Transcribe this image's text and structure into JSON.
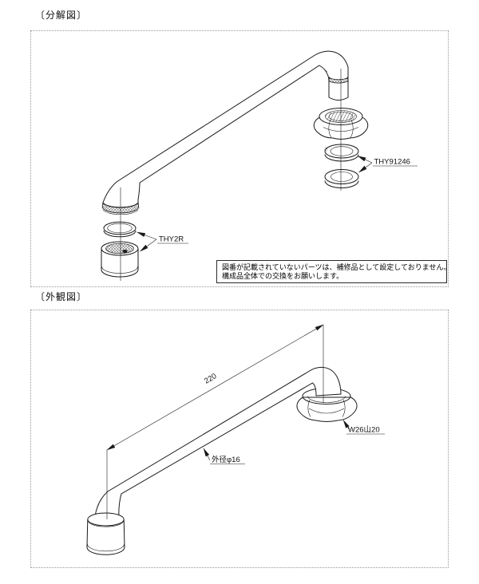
{
  "exploded_view": {
    "title": "〔分解図〕",
    "labels": {
      "packing_set": "THY91246",
      "aerator": "THY2R"
    },
    "note_line1": "図番が記載されていないパーツは、補修品として設定しておりません。",
    "note_line2": "構成品全体での交換をお願いします。"
  },
  "external_view": {
    "title": "〔外観図〕",
    "dim_length": "220",
    "dim_thread": "W26山20",
    "dim_outer_dia": "外径φ16"
  },
  "colors": {
    "line": "#1a1a1a",
    "panel_border": "#9a9a9a",
    "background": "#ffffff"
  }
}
